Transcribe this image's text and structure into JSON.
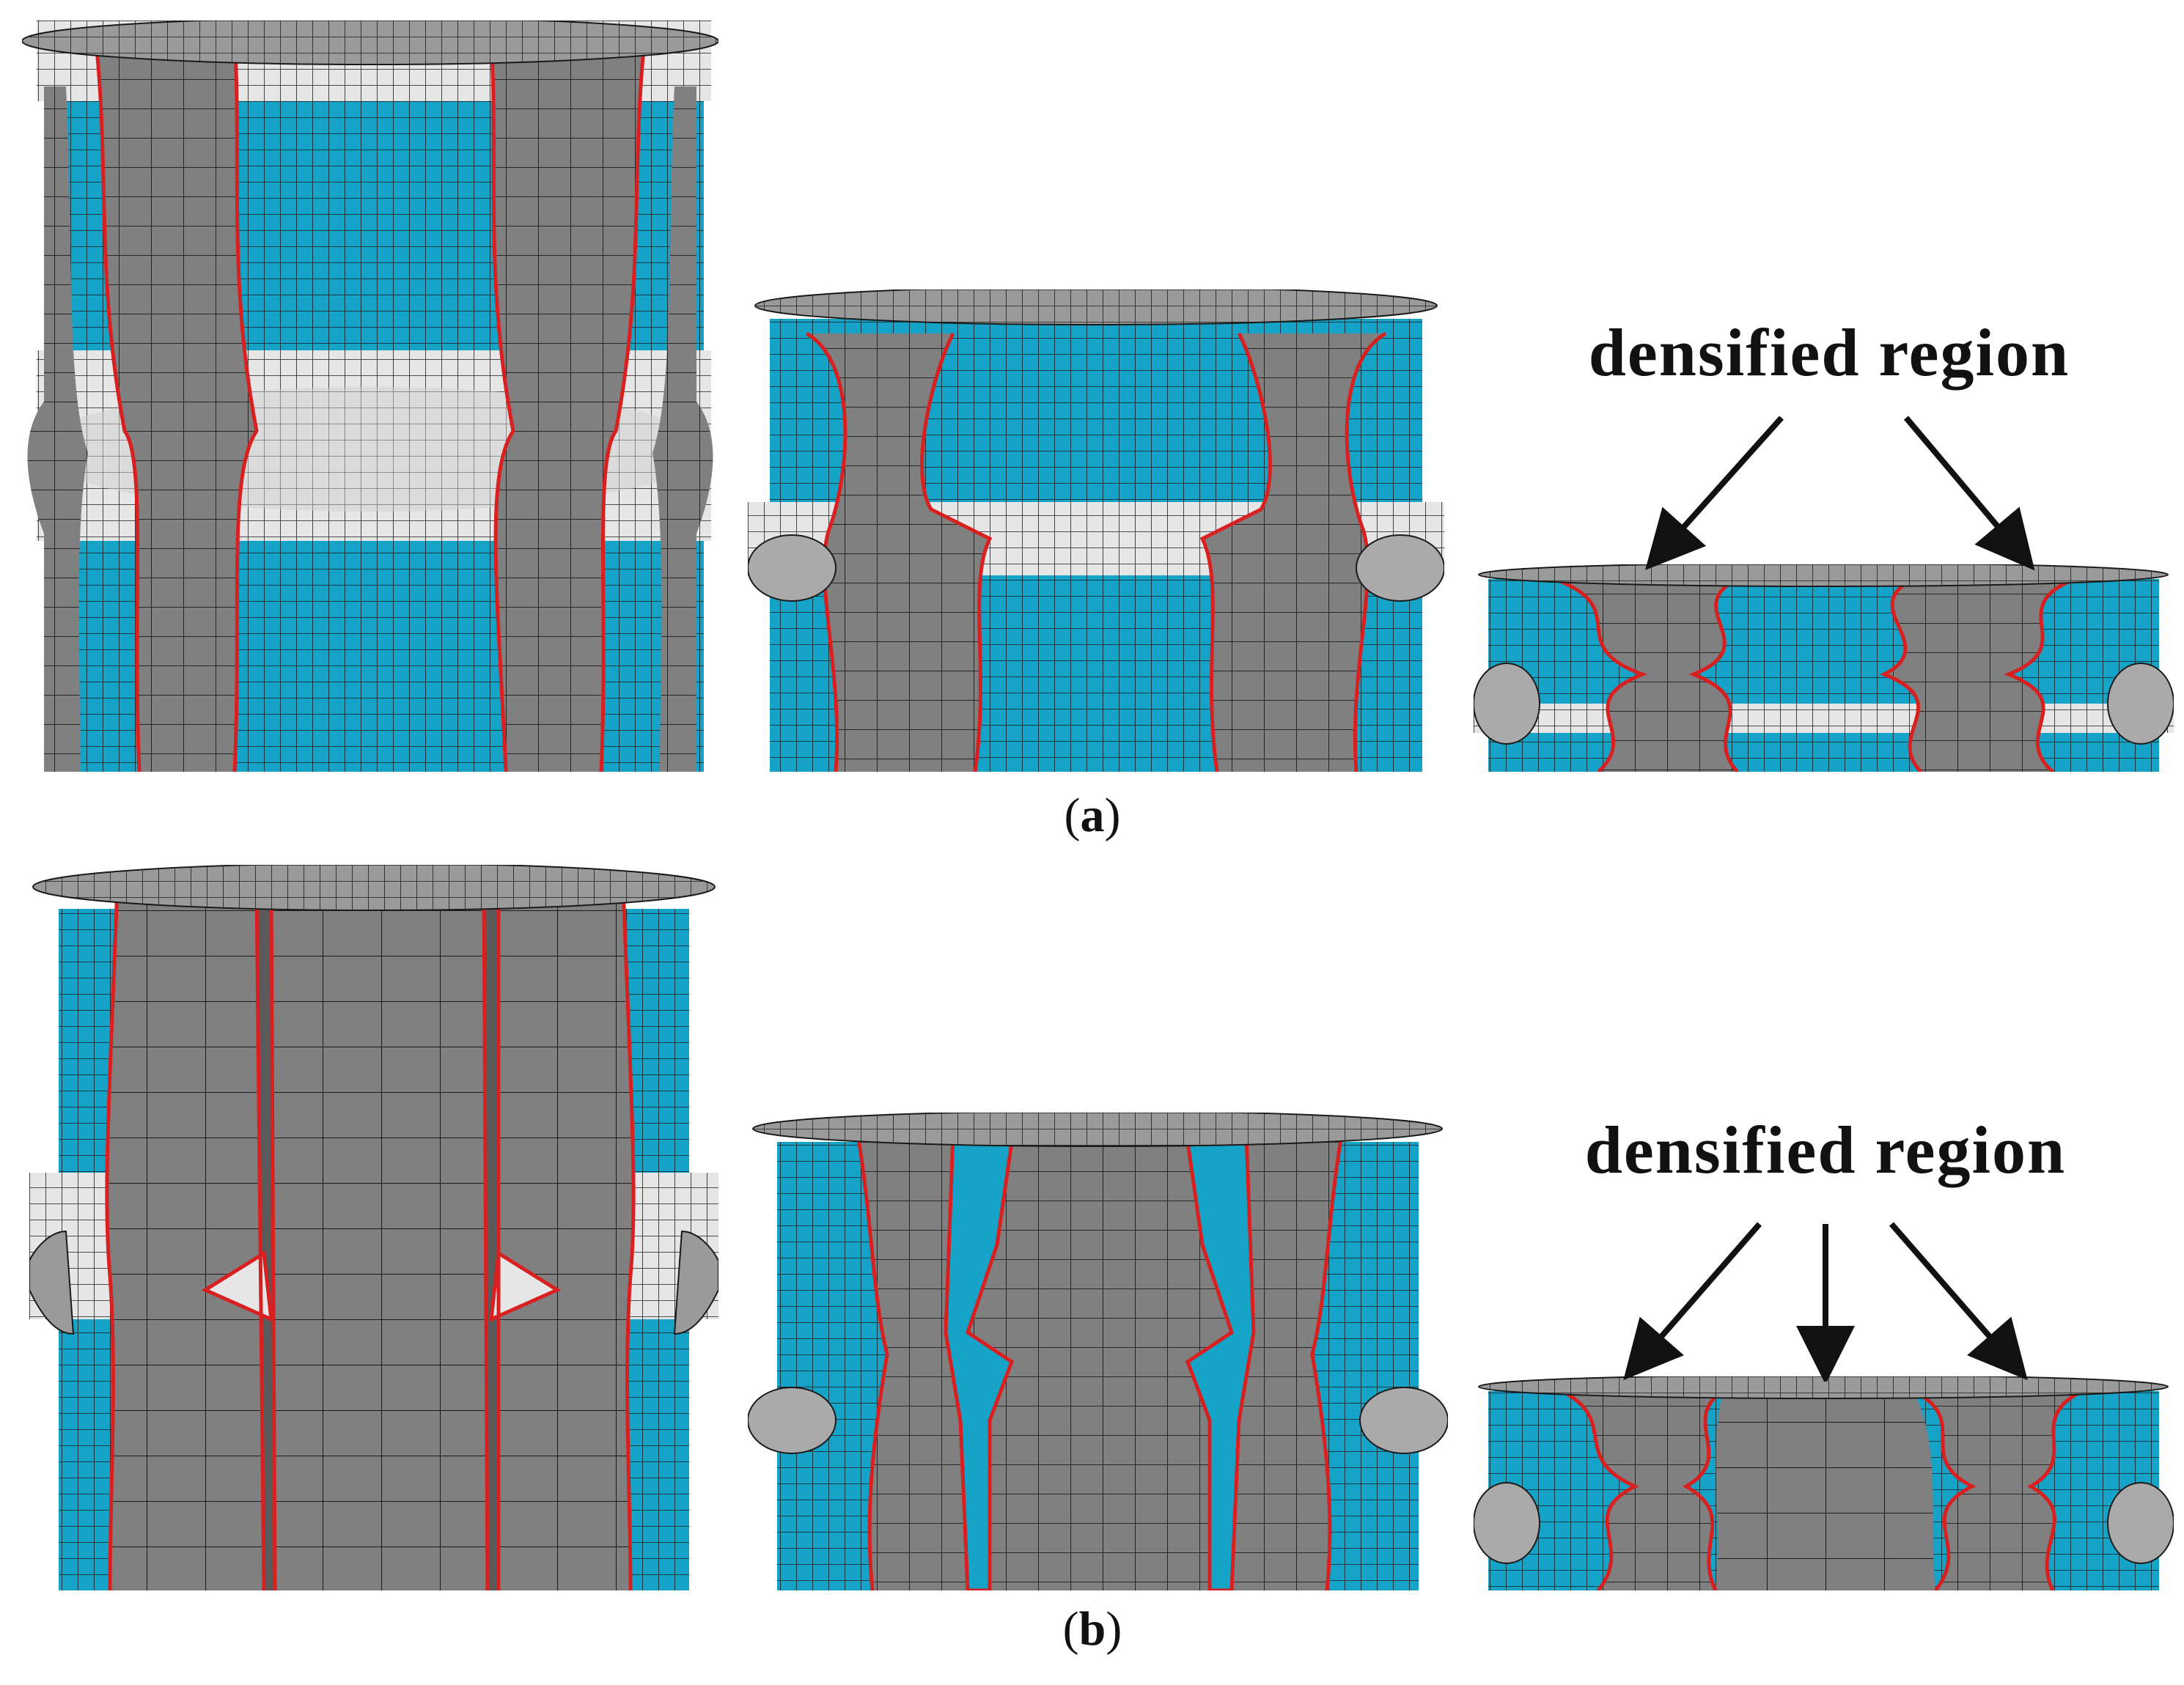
{
  "figure": {
    "row_a": {
      "label_open": "(",
      "label_letter": "a",
      "label_close": ")",
      "annotation": "densified region",
      "arrow_count": 2
    },
    "row_b": {
      "label_open": "(",
      "label_letter": "b",
      "label_close": ")",
      "annotation": "densified region",
      "arrow_count": 3
    }
  },
  "colors": {
    "gray_mesh": "#808080",
    "blue_mesh": "#16a3c8",
    "white_mesh": "#e6e6e6",
    "mesh_line": "#1a1a1a",
    "edge_red": "#d92020"
  }
}
